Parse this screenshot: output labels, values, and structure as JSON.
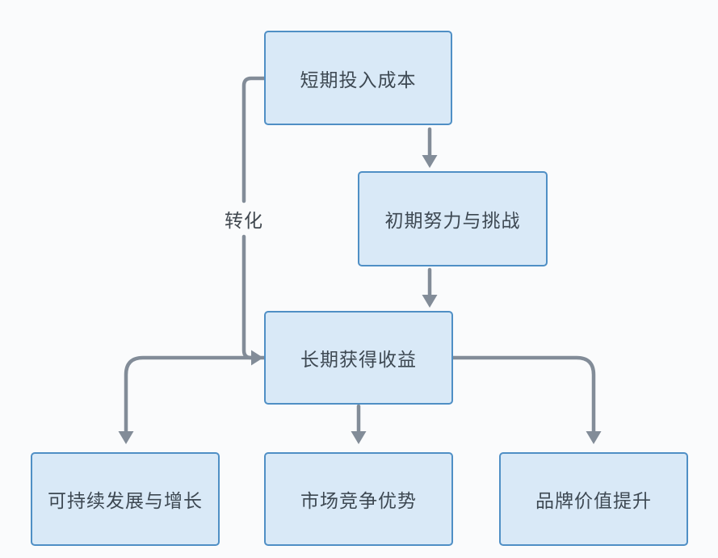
{
  "diagram": {
    "type": "flowchart",
    "direction": "top-down",
    "nodes": [
      {
        "id": "A",
        "label": "短期投入成本"
      },
      {
        "id": "B",
        "label": "初期努力与挑战"
      },
      {
        "id": "C",
        "label": "长期获得收益"
      },
      {
        "id": "D",
        "label": "可持续发展与增长"
      },
      {
        "id": "E",
        "label": "市场竞争优势"
      },
      {
        "id": "F",
        "label": "品牌价值提升"
      }
    ],
    "edges": [
      {
        "from": "A",
        "to": "B",
        "label": ""
      },
      {
        "from": "A",
        "to": "C",
        "label": "转化"
      },
      {
        "from": "B",
        "to": "C",
        "label": ""
      },
      {
        "from": "C",
        "to": "D",
        "label": ""
      },
      {
        "from": "C",
        "to": "E",
        "label": ""
      },
      {
        "from": "C",
        "to": "F",
        "label": ""
      }
    ],
    "colors": {
      "background": "#fafbfc",
      "node_fill": "#d9e9f7",
      "node_border": "#4f8fc5",
      "edge_line": "#828c98",
      "node_text": "#3d4852",
      "edge_label_text": "#41484f"
    }
  }
}
